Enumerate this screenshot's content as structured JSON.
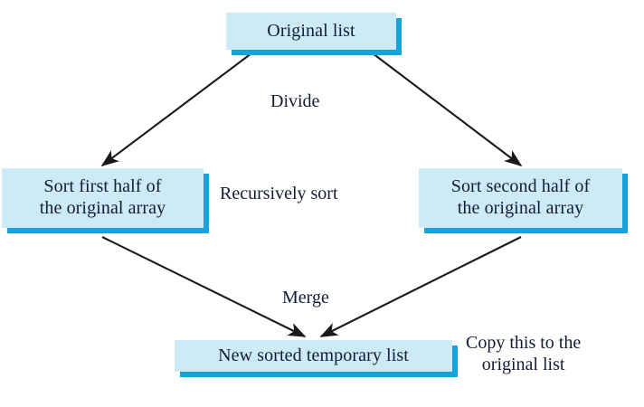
{
  "diagram": {
    "title": "Merge sort process diagram",
    "colors": {
      "box_fill": "#cdeaf7",
      "box_shadow": "#17a2dc",
      "text": "#141b36",
      "arrow": "#1a1a1a",
      "background": "#ffffff"
    },
    "nodes": [
      {
        "id": "original",
        "label": "Original list"
      },
      {
        "id": "sort_first",
        "label": "Sort first half of\nthe original array"
      },
      {
        "id": "sort_second",
        "label": "Sort second half of\nthe original array"
      },
      {
        "id": "new_sorted",
        "label": "New sorted temporary list"
      }
    ],
    "captions": [
      {
        "id": "divide",
        "label": "Divide"
      },
      {
        "id": "recursively",
        "label": "Recursively sort"
      },
      {
        "id": "merge",
        "label": "Merge"
      },
      {
        "id": "copy",
        "label": "Copy this to the\noriginal list"
      }
    ],
    "arrows": [
      {
        "id": "divide-left",
        "from": "original",
        "to": "sort_first"
      },
      {
        "id": "divide-right",
        "from": "original",
        "to": "sort_second"
      },
      {
        "id": "merge-left",
        "from": "sort_first",
        "to": "new_sorted"
      },
      {
        "id": "merge-right",
        "from": "sort_second",
        "to": "new_sorted"
      }
    ]
  }
}
